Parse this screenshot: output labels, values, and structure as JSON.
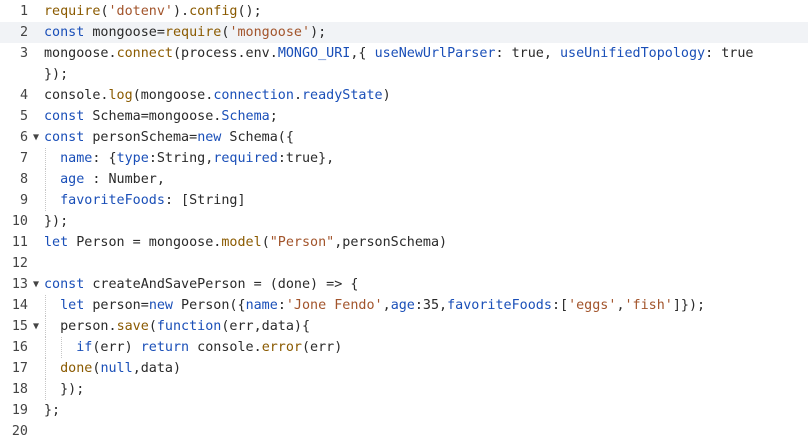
{
  "colors": {
    "background": "#ffffff",
    "active_line": "#f1f3f6",
    "text": "#2a2a2a",
    "keyword": "#1a4fb8",
    "string": "#a2542b",
    "function": "#8a5a00",
    "gutter_text": "#444444"
  },
  "editor": {
    "fold_icon": "triangle-down-icon",
    "fold_glyph": "▼",
    "lines": [
      {
        "number": "1",
        "fold": false,
        "active": false,
        "indent": 0,
        "tokens": [
          {
            "t": "require",
            "c": "fn"
          },
          {
            "t": "(",
            "c": "pn"
          },
          {
            "t": "'dotenv'",
            "c": "str"
          },
          {
            "t": ").",
            "c": "pn"
          },
          {
            "t": "config",
            "c": "fn"
          },
          {
            "t": "();",
            "c": "pn"
          }
        ]
      },
      {
        "number": "2",
        "fold": false,
        "active": true,
        "indent": 0,
        "tokens": [
          {
            "t": "const",
            "c": "kw"
          },
          {
            "t": " mongoose=",
            "c": "pn"
          },
          {
            "t": "require",
            "c": "fn"
          },
          {
            "t": "(",
            "c": "pn"
          },
          {
            "t": "'mongoose'",
            "c": "str"
          },
          {
            "t": ");",
            "c": "pn"
          }
        ]
      },
      {
        "number": "3",
        "fold": false,
        "active": false,
        "indent": 0,
        "tokens": [
          {
            "t": "mongoose.",
            "c": "pn"
          },
          {
            "t": "connect",
            "c": "fn"
          },
          {
            "t": "(process.env.",
            "c": "pn"
          },
          {
            "t": "MONGO_URI",
            "c": "prop"
          },
          {
            "t": ",{ ",
            "c": "pn"
          },
          {
            "t": "useNewUrlParser",
            "c": "prop"
          },
          {
            "t": ": true, ",
            "c": "pn"
          },
          {
            "t": "useUnifiedTopology",
            "c": "prop"
          },
          {
            "t": ": true",
            "c": "pn"
          }
        ]
      },
      {
        "number": "",
        "fold": false,
        "active": false,
        "indent": 0,
        "tokens": [
          {
            "t": "});",
            "c": "pn"
          }
        ]
      },
      {
        "number": "4",
        "fold": false,
        "active": false,
        "indent": 0,
        "tokens": [
          {
            "t": "console.",
            "c": "pn"
          },
          {
            "t": "log",
            "c": "fn"
          },
          {
            "t": "(mongoose.",
            "c": "pn"
          },
          {
            "t": "connection",
            "c": "prop"
          },
          {
            "t": ".",
            "c": "pn"
          },
          {
            "t": "readyState",
            "c": "prop"
          },
          {
            "t": ")",
            "c": "pn"
          }
        ]
      },
      {
        "number": "5",
        "fold": false,
        "active": false,
        "indent": 0,
        "tokens": [
          {
            "t": "const",
            "c": "kw"
          },
          {
            "t": " Schema=mongoose.",
            "c": "pn"
          },
          {
            "t": "Schema",
            "c": "prop"
          },
          {
            "t": ";",
            "c": "pn"
          }
        ]
      },
      {
        "number": "6",
        "fold": true,
        "active": false,
        "indent": 0,
        "tokens": [
          {
            "t": "const",
            "c": "kw"
          },
          {
            "t": " personSchema=",
            "c": "pn"
          },
          {
            "t": "new",
            "c": "kw"
          },
          {
            "t": " Schema({",
            "c": "pn"
          }
        ]
      },
      {
        "number": "7",
        "fold": false,
        "active": false,
        "indent": 1,
        "tokens": [
          {
            "t": "  ",
            "c": "pn"
          },
          {
            "t": "name",
            "c": "prop"
          },
          {
            "t": ": {",
            "c": "pn"
          },
          {
            "t": "type",
            "c": "prop"
          },
          {
            "t": ":String,",
            "c": "pn"
          },
          {
            "t": "required",
            "c": "prop"
          },
          {
            "t": ":true},",
            "c": "pn"
          }
        ]
      },
      {
        "number": "8",
        "fold": false,
        "active": false,
        "indent": 1,
        "tokens": [
          {
            "t": "  ",
            "c": "pn"
          },
          {
            "t": "age",
            "c": "prop"
          },
          {
            "t": " : Number,",
            "c": "pn"
          }
        ]
      },
      {
        "number": "9",
        "fold": false,
        "active": false,
        "indent": 1,
        "tokens": [
          {
            "t": "  ",
            "c": "pn"
          },
          {
            "t": "favoriteFoods",
            "c": "prop"
          },
          {
            "t": ": [String]",
            "c": "pn"
          }
        ]
      },
      {
        "number": "10",
        "fold": false,
        "active": false,
        "indent": 0,
        "tokens": [
          {
            "t": "});",
            "c": "pn"
          }
        ]
      },
      {
        "number": "11",
        "fold": false,
        "active": false,
        "indent": 0,
        "tokens": [
          {
            "t": "let",
            "c": "kw"
          },
          {
            "t": " Person = mongoose.",
            "c": "pn"
          },
          {
            "t": "model",
            "c": "fn"
          },
          {
            "t": "(",
            "c": "pn"
          },
          {
            "t": "\"Person\"",
            "c": "str"
          },
          {
            "t": ",personSchema)",
            "c": "pn"
          }
        ]
      },
      {
        "number": "12",
        "fold": false,
        "active": false,
        "indent": 0,
        "tokens": []
      },
      {
        "number": "13",
        "fold": true,
        "active": false,
        "indent": 0,
        "tokens": [
          {
            "t": "const",
            "c": "kw"
          },
          {
            "t": " createAndSavePerson = (done) => {",
            "c": "pn"
          }
        ]
      },
      {
        "number": "14",
        "fold": false,
        "active": false,
        "indent": 1,
        "tokens": [
          {
            "t": "  ",
            "c": "pn"
          },
          {
            "t": "let",
            "c": "kw"
          },
          {
            "t": " person=",
            "c": "pn"
          },
          {
            "t": "new",
            "c": "kw"
          },
          {
            "t": " Person({",
            "c": "pn"
          },
          {
            "t": "name",
            "c": "prop"
          },
          {
            "t": ":",
            "c": "pn"
          },
          {
            "t": "'Jone Fendo'",
            "c": "str"
          },
          {
            "t": ",",
            "c": "pn"
          },
          {
            "t": "age",
            "c": "prop"
          },
          {
            "t": ":35,",
            "c": "pn"
          },
          {
            "t": "favoriteFoods",
            "c": "prop"
          },
          {
            "t": ":[",
            "c": "pn"
          },
          {
            "t": "'eggs'",
            "c": "str"
          },
          {
            "t": ",",
            "c": "pn"
          },
          {
            "t": "'fish'",
            "c": "str"
          },
          {
            "t": "]});",
            "c": "pn"
          }
        ]
      },
      {
        "number": "15",
        "fold": true,
        "active": false,
        "indent": 1,
        "tokens": [
          {
            "t": "  person.",
            "c": "pn"
          },
          {
            "t": "save",
            "c": "fn"
          },
          {
            "t": "(",
            "c": "pn"
          },
          {
            "t": "function",
            "c": "kw"
          },
          {
            "t": "(err,data){",
            "c": "pn"
          }
        ]
      },
      {
        "number": "16",
        "fold": false,
        "active": false,
        "indent": 2,
        "tokens": [
          {
            "t": "    ",
            "c": "pn"
          },
          {
            "t": "if",
            "c": "kw"
          },
          {
            "t": "(err) ",
            "c": "pn"
          },
          {
            "t": "return",
            "c": "kw"
          },
          {
            "t": " console.",
            "c": "pn"
          },
          {
            "t": "error",
            "c": "fn"
          },
          {
            "t": "(err)",
            "c": "pn"
          }
        ]
      },
      {
        "number": "17",
        "fold": false,
        "active": false,
        "indent": 1,
        "tokens": [
          {
            "t": "  ",
            "c": "pn"
          },
          {
            "t": "done",
            "c": "fn"
          },
          {
            "t": "(",
            "c": "pn"
          },
          {
            "t": "null",
            "c": "kw"
          },
          {
            "t": ",data)",
            "c": "pn"
          }
        ]
      },
      {
        "number": "18",
        "fold": false,
        "active": false,
        "indent": 1,
        "tokens": [
          {
            "t": "  });",
            "c": "pn"
          }
        ]
      },
      {
        "number": "19",
        "fold": false,
        "active": false,
        "indent": 0,
        "tokens": [
          {
            "t": "};",
            "c": "pn"
          }
        ]
      },
      {
        "number": "20",
        "fold": false,
        "active": false,
        "indent": 0,
        "tokens": []
      }
    ]
  }
}
